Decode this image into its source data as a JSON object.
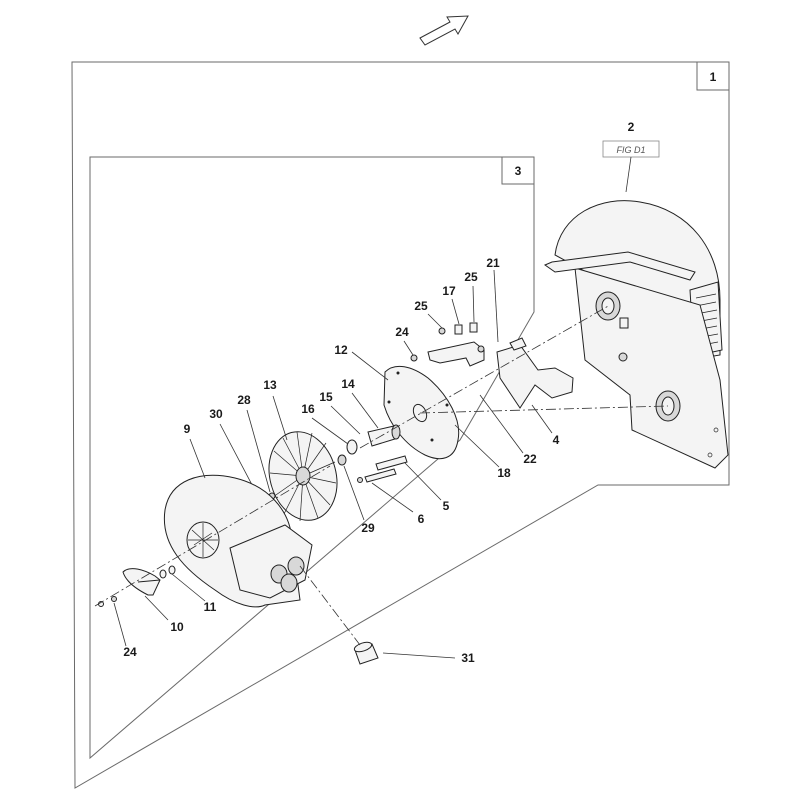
{
  "figure_reference": "FIG D1",
  "callouts": {
    "c1": "1",
    "c2": "2",
    "c3": "3",
    "c4": "4",
    "c5": "5",
    "c6": "6",
    "c9": "9",
    "c10": "10",
    "c11": "11",
    "c12": "12",
    "c13": "13",
    "c14": "14",
    "c15": "15",
    "c16": "16",
    "c17": "17",
    "c18": "18",
    "c21": "21",
    "c22": "22",
    "c24a": "24",
    "c24b": "24",
    "c25a": "25",
    "c25b": "25",
    "c28": "28",
    "c29": "29",
    "c30": "30",
    "c31": "31"
  },
  "icons": {
    "direction": "direction-arrow-icon"
  }
}
